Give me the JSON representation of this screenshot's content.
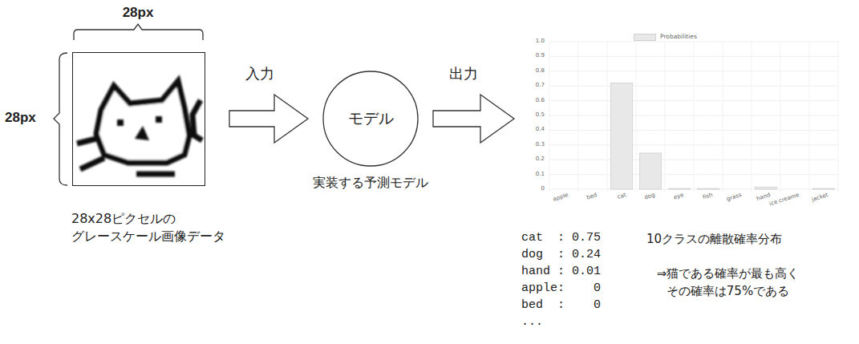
{
  "diagram": {
    "nodes": [
      {
        "text": [
          "28x28ピクセルの グレースケール画像データ"
        ]
      },
      {
        "text": [
          "モデル",
          "実装する予測モデル"
        ]
      },
      {
        "text": [
          "1.0",
          "0.9",
          "0.8",
          "0.7",
          "0.6",
          "0.5",
          "0.4",
          "0.3",
          "0.2",
          "0.1",
          "0",
          "apple",
          "bed",
          "cat",
          "dog",
          "eye",
          "fish",
          "grass",
          "hand",
          "ice creame",
          "jacket"
        ]
      }
    ],
    "edges": [
      {
        "from": 0,
        "to": 1,
        "label": "入力",
        "arrow": "to"
      },
      {
        "from": 1,
        "to": 2,
        "label": "出力",
        "arrow": "to"
      }
    ],
    "labels": [
      "28px",
      "28px",
      "cat  : 0.75",
      "dog  : 0.24",
      "hand : 0.01",
      "apple:    0",
      "bed  :    0",
      "...",
      "10クラスの離散確率分布",
      "⇒猫である確率が最も高く その確率は75%である"
    ],
    "legend": [
      {
        "text": "Probabilities",
        "color": "#e8e8e8"
      }
    ]
  }
}
